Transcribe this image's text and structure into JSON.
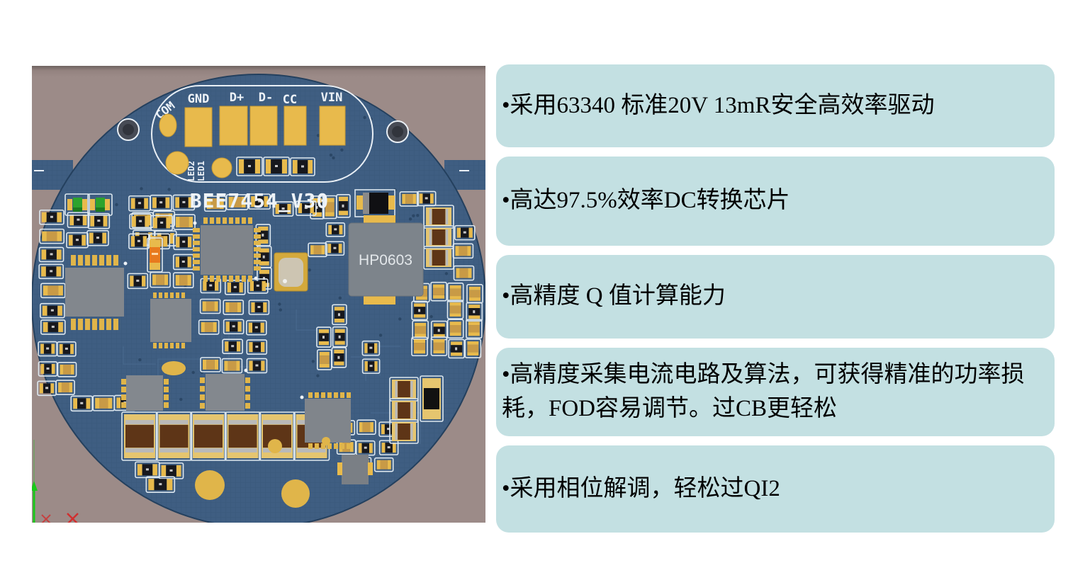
{
  "pcb": {
    "board_label": "BEE7454_V30",
    "inductor_label": "HP0603",
    "connector_pads": [
      "GND",
      "D+",
      "D-",
      "CC",
      "VIN"
    ],
    "com_label": "COM",
    "led_labels": [
      "LED2",
      "LED1"
    ],
    "colors": {
      "background_mauve": "#9c8b88",
      "board_blue": "#3f5e82",
      "pad_gold": "#e8ba4c",
      "silkscreen_white": "#e9eff5",
      "capacitor_brown": "#5e3517",
      "axis_green": "#19c819",
      "axis_red": "#d03030"
    }
  },
  "features": {
    "card_color": "#c3e0e2",
    "text_color": "#000000",
    "items": [
      {
        "text": "•采用63340 标准20V 13mR安全高效率驱动"
      },
      {
        "text": "•高达97.5%效率DC转换芯片"
      },
      {
        "text": "•高精度 Q 值计算能力"
      },
      {
        "text": "•高精度采集电流电路及算法，可获得精准的功率损耗，FOD容易调节。过CB更轻松"
      },
      {
        "text": "•采用相位解调，轻松过QI2"
      }
    ]
  }
}
